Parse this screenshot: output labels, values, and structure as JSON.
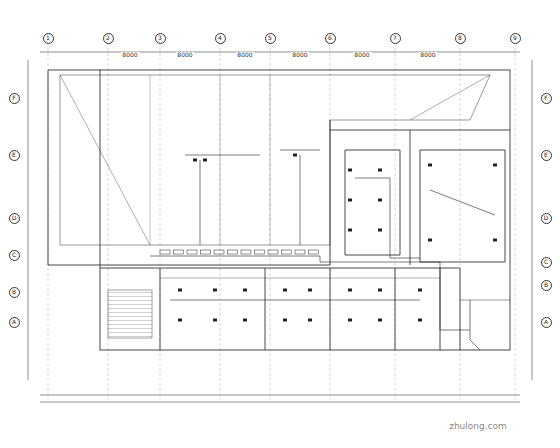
{
  "diagram": {
    "nodes": [
      {
        "text": [
          "1"
        ]
      },
      {
        "text": [
          "2"
        ]
      },
      {
        "text": [
          "3"
        ]
      },
      {
        "text": [
          "4"
        ]
      },
      {
        "text": [
          "5"
        ]
      },
      {
        "text": [
          "6"
        ]
      },
      {
        "text": [
          "7"
        ]
      },
      {
        "text": [
          "8"
        ]
      },
      {
        "text": [
          "9"
        ]
      },
      {
        "text": [
          "F"
        ]
      },
      {
        "text": [
          "E"
        ]
      },
      {
        "text": [
          "D"
        ]
      },
      {
        "text": [
          "C"
        ]
      },
      {
        "text": [
          "B"
        ]
      },
      {
        "text": [
          "A"
        ]
      },
      {
        "text": [
          "F"
        ]
      },
      {
        "text": [
          "E"
        ]
      },
      {
        "text": [
          "D"
        ]
      },
      {
        "text": [
          "C"
        ]
      },
      {
        "text": [
          "B"
        ]
      },
      {
        "text": [
          "A"
        ]
      }
    ],
    "labels": [
      "8000",
      "8000",
      "8000",
      "8000",
      "8000",
      "8000",
      "zhulong.com"
    ]
  }
}
